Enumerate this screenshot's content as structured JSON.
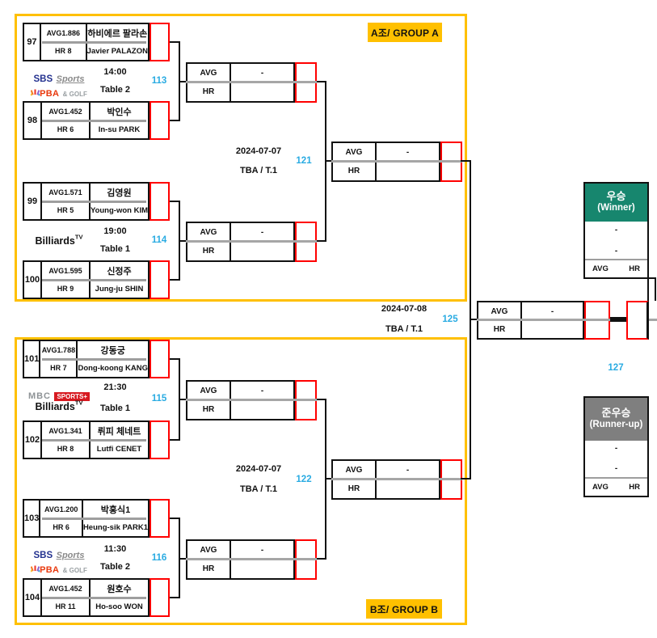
{
  "groups": [
    {
      "header": "A조/ GROUP A",
      "matches": [
        {
          "no": "113",
          "time": "14:00",
          "table": "Table 2",
          "top": {
            "seed": "97",
            "avg": "AVG1.886",
            "hr": "HR 8",
            "name_kr": "하비에르 팔라손",
            "name_en": "Javier PALAZON"
          },
          "bottom": {
            "seed": "98",
            "avg": "AVG1.452",
            "hr": "HR 6",
            "name_kr": "박인수",
            "name_en": "In-su PARK"
          }
        },
        {
          "no": "114",
          "time": "19:00",
          "table": "Table 1",
          "top": {
            "seed": "99",
            "avg": "AVG1.571",
            "hr": "HR 5",
            "name_kr": "김영원",
            "name_en": "Young-won KIM"
          },
          "bottom": {
            "seed": "100",
            "avg": "AVG1.595",
            "hr": "HR 9",
            "name_kr": "신정주",
            "name_en": "Jung-ju SHIN"
          }
        }
      ],
      "semi": {
        "no": "121",
        "date": "2024-07-07",
        "venue": "TBA / T.1"
      }
    },
    {
      "header": "B조/ GROUP B",
      "matches": [
        {
          "no": "115",
          "time": "21:30",
          "table": "Table 1",
          "top": {
            "seed": "101",
            "avg": "AVG1.788",
            "hr": "HR 7",
            "name_kr": "강동궁",
            "name_en": "Dong-koong KANG"
          },
          "bottom": {
            "seed": "102",
            "avg": "AVG1.341",
            "hr": "HR 8",
            "name_kr": "뤼피 체네트",
            "name_en": "Lutfi CENET"
          }
        },
        {
          "no": "116",
          "time": "11:30",
          "table": "Table 2",
          "top": {
            "seed": "103",
            "avg": "AVG1.200",
            "hr": "HR 6",
            "name_kr": "박홍식1",
            "name_en": "Heung-sik PARK1"
          },
          "bottom": {
            "seed": "104",
            "avg": "AVG1.452",
            "hr": "HR 11",
            "name_kr": "원호수",
            "name_en": "Ho-soo WON"
          }
        }
      ],
      "semi": {
        "no": "122",
        "date": "2024-07-07",
        "venue": "TBA / T.1"
      }
    }
  ],
  "final": {
    "no": "125",
    "date": "2024-07-08",
    "venue": "TBA / T.1",
    "bridge_no": "127"
  },
  "score_box": {
    "avg_label": "AVG",
    "hr_label": "HR",
    "avg_value": "-",
    "hr_value": ""
  },
  "winner": {
    "title_kr": "우승",
    "title_en": "(Winner)",
    "line1": "-",
    "line2": "-",
    "avg_label": "AVG",
    "hr_label": "HR"
  },
  "runner_up": {
    "title_kr": "준우승",
    "title_en": "(Runner-up)",
    "line1": "-",
    "line2": "-",
    "avg_label": "AVG",
    "hr_label": "HR"
  },
  "logos": {
    "sbs_a": "SBS",
    "sbs_b": "Sports",
    "pba": "PBA",
    "pba_golf": "& GOLF",
    "mbc": "MBC",
    "mbc_sports": "SPORTS+",
    "billiards": "Billiards",
    "billiards_tv": "TV"
  },
  "colors": {
    "group_border": "#FFC000",
    "score_border": "#FF0000",
    "match_number": "#29ABE2",
    "winner_header": "#17866E",
    "runner_up_header": "#7F7F7F"
  }
}
